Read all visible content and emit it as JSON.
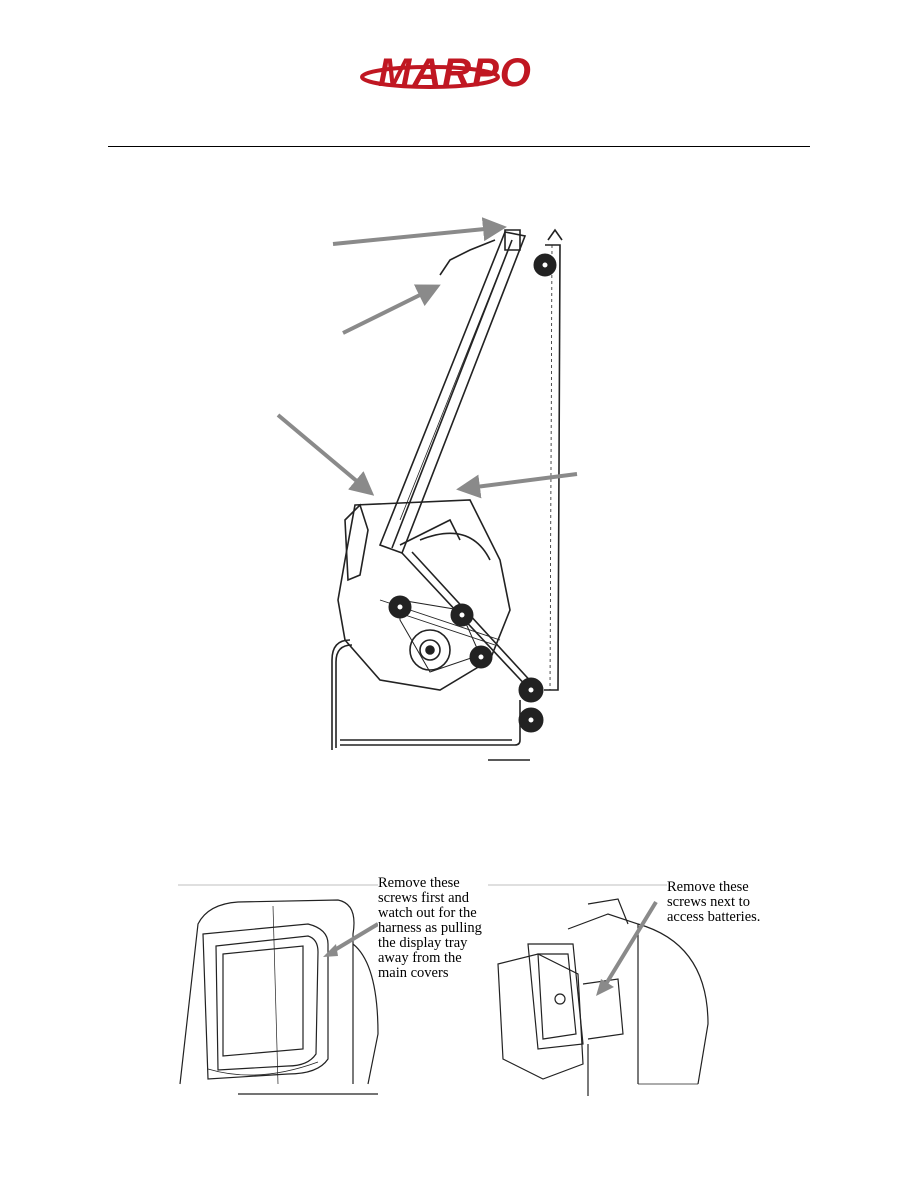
{
  "header": {
    "logo_text": "MARPO",
    "brand_color": "#c01722"
  },
  "figures": {
    "main": {
      "icon": "machine-side-view-diagram"
    },
    "left_panel": {
      "caption": "Remove these\nscrews first and\nwatch out for the\nharness as pulling\nthe display tray\naway from the\nmain covers"
    },
    "right_panel": {
      "caption": "Remove these\nscrews next to\naccess batteries."
    }
  },
  "colors": {
    "arrow": "#8a8a8a",
    "line": "#222222"
  }
}
